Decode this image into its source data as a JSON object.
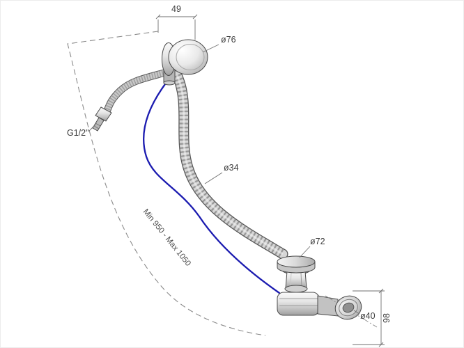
{
  "diagram": {
    "labels": {
      "spout_offset": "49",
      "knob_diameter": "ø76",
      "thread_size": "G1/2\"",
      "hose_diameter": "ø34",
      "hose_length_range": "Min 950 - Max 1050",
      "plug_diameter": "ø72",
      "outlet_diameter": "ø40",
      "outlet_height": "98"
    },
    "colors": {
      "line": "#4a4a4a",
      "cable": "#1b1bb0",
      "background": "#ffffff"
    }
  }
}
